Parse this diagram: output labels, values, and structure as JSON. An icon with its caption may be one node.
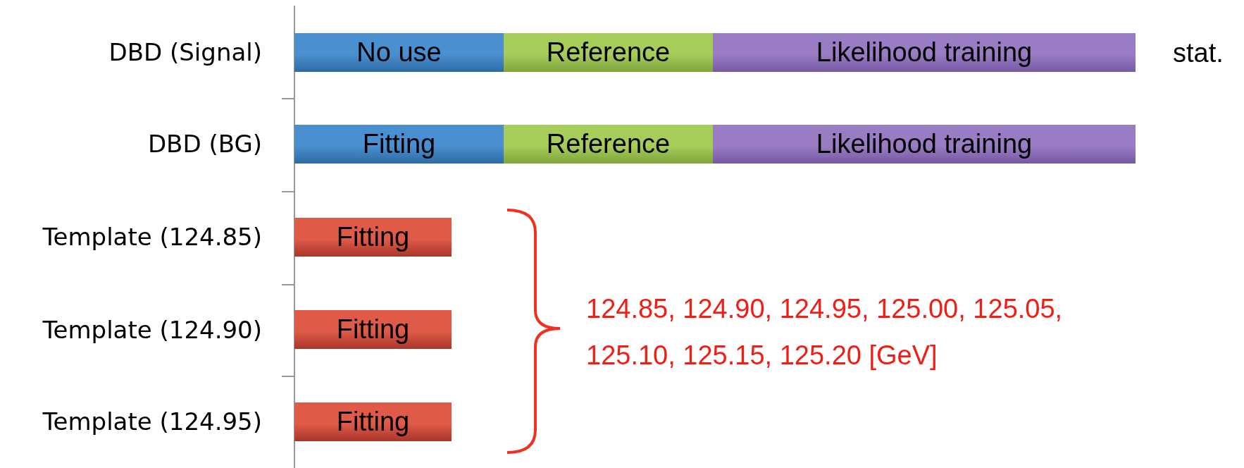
{
  "diagram": {
    "nodes": [
      {
        "text": [
          "No use"
        ]
      },
      {
        "text": [
          "Reference"
        ]
      },
      {
        "text": [
          "Likelihood training"
        ]
      },
      {
        "text": [
          "Fitting"
        ]
      },
      {
        "text": [
          "Reference"
        ]
      },
      {
        "text": [
          "Likelihood training"
        ]
      },
      {
        "text": [
          "Fitting"
        ]
      },
      {
        "text": [
          "Fitting"
        ]
      },
      {
        "text": [
          "Fitting"
        ]
      }
    ],
    "edges": [],
    "labels": [
      "DBD (Signal)",
      "stat.",
      "DBD (BG)",
      "Template (124.85)",
      "124.85, 124.90, 124.95, 125.00, 125.05, 125.10, 125.15, 125.20 [GeV]",
      "Template (124.90)",
      "Template (124.95)"
    ]
  }
}
